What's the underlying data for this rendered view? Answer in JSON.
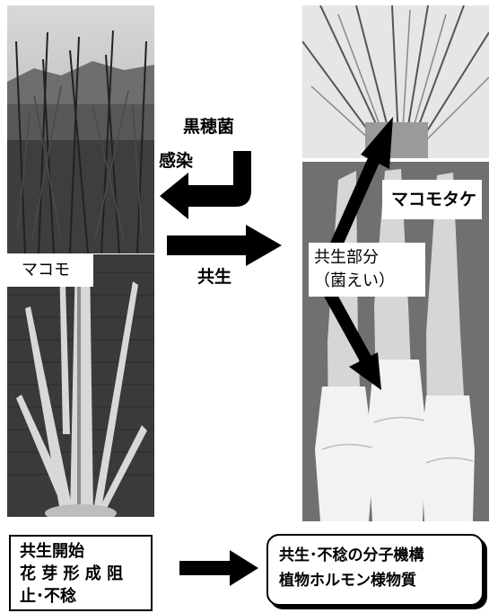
{
  "labels": {
    "fungus": "黒穂菌",
    "infection": "感染",
    "symbiosis": "共生",
    "makomo": "マコモ",
    "makomotake": "マコモタケ",
    "symbiotic_part_line1": "共生部分",
    "symbiotic_part_line2": "（菌えい）"
  },
  "left_box": {
    "line1": "共生開始",
    "line2": "花 芽 形 成 阻",
    "line3": "止･不稔"
  },
  "right_box": {
    "line1": "共生･不稔の分子機構",
    "line2": "植物ホルモン様物質"
  },
  "photos": {
    "top_left": "makomo-field-photo",
    "bottom_left": "makomo-stem-photo",
    "top_right": "makomo-leaves-photo",
    "bottom_right": "makomotake-shoots-photo"
  }
}
